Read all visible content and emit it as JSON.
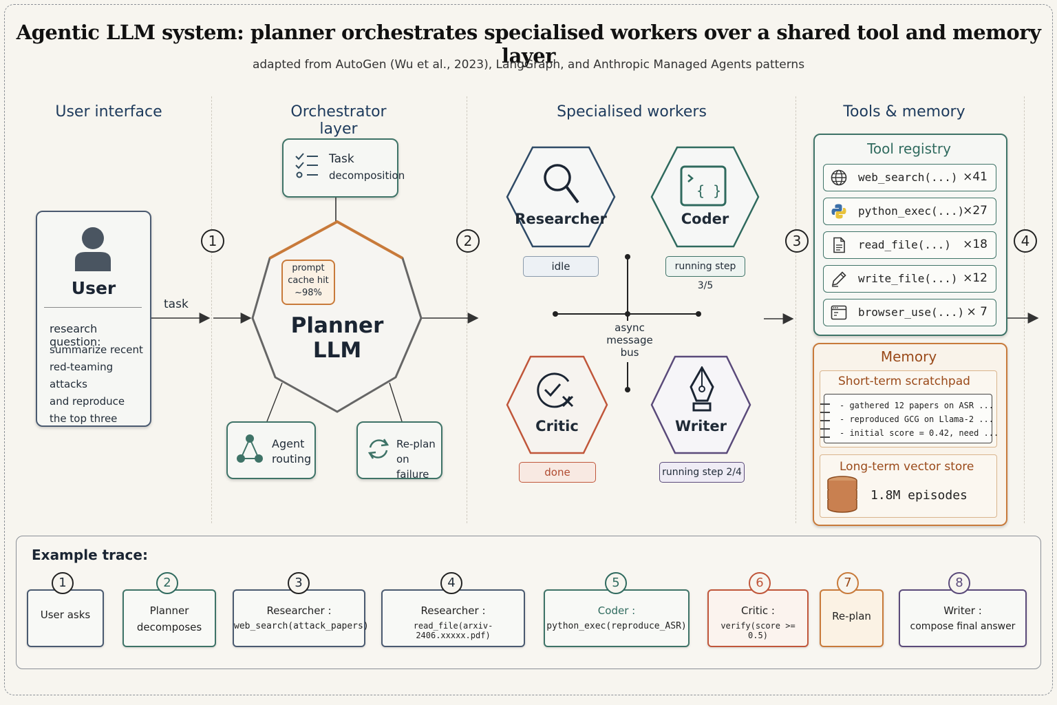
{
  "title": "Agentic LLM system: planner orchestrates specialised workers over a shared tool and memory layer",
  "subtitle": "adapted from AutoGen (Wu et al., 2023), LangGraph, and Anthropic Managed Agents patterns",
  "columns": [
    "User interface",
    "Orchestrator layer",
    "Specialised workers",
    "Tools & memory"
  ],
  "steps": [
    "1",
    "2",
    "3",
    "4"
  ],
  "user": {
    "label": "User",
    "arrow_label": "task",
    "question_label": "research question:",
    "question_lines": [
      "summarize recent",
      "red-teaming attacks",
      "and reproduce",
      "the top three"
    ]
  },
  "orchestrator": {
    "task_decomposition": [
      "Task",
      "decomposition"
    ],
    "planner": "Planner LLM",
    "cache": [
      "prompt",
      "cache hit",
      "~98%"
    ],
    "agent_routing": [
      "Agent",
      "routing"
    ],
    "replan": [
      "Re-plan",
      "on failure"
    ]
  },
  "workers": {
    "items": [
      {
        "name": "Researcher",
        "status": "idle"
      },
      {
        "name": "Coder",
        "status": "running step 3/5"
      },
      {
        "name": "Critic",
        "status": "done"
      },
      {
        "name": "Writer",
        "status": "running step 2/4"
      }
    ],
    "bus": [
      "async",
      "message",
      "bus"
    ]
  },
  "tools": {
    "title": "Tool registry",
    "items": [
      {
        "name": "web_search(...)",
        "count": "×41",
        "icon": "globe-icon"
      },
      {
        "name": "python_exec(...)",
        "count": "×27",
        "icon": "python-icon"
      },
      {
        "name": "read_file(...)",
        "count": "×18",
        "icon": "file-icon"
      },
      {
        "name": "write_file(...)",
        "count": "×12",
        "icon": "pencil-icon"
      },
      {
        "name": "browser_use(...)",
        "count": "× 7",
        "icon": "browser-icon"
      }
    ]
  },
  "memory": {
    "title": "Memory",
    "short_term": "Short-term scratchpad",
    "notes": [
      "- gathered 12 papers on ASR ...",
      "- reproduced GCG on Llama-2 ...",
      "- initial score = 0.42, need ..."
    ],
    "long_term": "Long-term vector store",
    "episodes": "1.8M episodes"
  },
  "trace": {
    "title": "Example trace:",
    "steps": [
      {
        "num": "1",
        "line1": "User asks",
        "line2": ""
      },
      {
        "num": "2",
        "line1": "Planner",
        "line2": "decomposes"
      },
      {
        "num": "3",
        "line1": "Researcher :",
        "line2": "web_search(attack_papers)"
      },
      {
        "num": "4",
        "line1": "Researcher :",
        "line2": "read_file(arxiv-2406.xxxxx.pdf)"
      },
      {
        "num": "5",
        "line1": "Coder :",
        "line2": "python_exec(reproduce_ASR)"
      },
      {
        "num": "6",
        "line1": "Critic :",
        "line2": "verify(score >= 0.5)"
      },
      {
        "num": "7",
        "line1": "Re-plan",
        "line2": ""
      },
      {
        "num": "8",
        "line1": "Writer :",
        "line2": "compose final answer"
      }
    ]
  },
  "colors": {
    "teal": "#3e7367",
    "orange": "#c87a3a",
    "critic": "#c0563a",
    "writer": "#5a4a7a",
    "navy": "#1d3a5c"
  }
}
